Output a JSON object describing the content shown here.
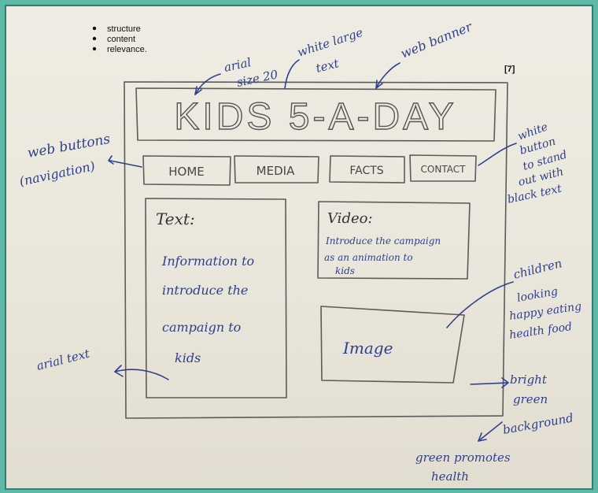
{
  "bullets": [
    "structure",
    "content",
    "relevance."
  ],
  "page_marker": "[7]",
  "banner": {
    "title": "KIDS 5-A-DAY"
  },
  "nav": [
    "HOME",
    "MEDIA",
    "FACTS",
    "CONTACT"
  ],
  "text_box": {
    "heading": "Text:",
    "lines": [
      "Information to",
      "introduce the",
      "campaign to",
      "kids"
    ]
  },
  "video_box": {
    "heading": "Video:",
    "lines": [
      "Introduce the campaign",
      "as an animation to",
      "kids"
    ]
  },
  "image_box": {
    "label": "Image"
  },
  "annotations": {
    "arial_size": [
      "arial",
      "size 20"
    ],
    "white_large": [
      "white large",
      "text"
    ],
    "web_banner": "web banner",
    "web_buttons": [
      "web buttons",
      "(navigation)"
    ],
    "white_button": [
      "white",
      "button",
      "to stand",
      "out with",
      "black text"
    ],
    "children": [
      "children",
      "looking",
      "happy eating",
      "health food"
    ],
    "bright_green": [
      "bright",
      "green",
      "background"
    ],
    "green_promotes": [
      "green promotes",
      "health"
    ],
    "arial_text": "arial text"
  },
  "colors": {
    "ink": "#2e3f8f",
    "pencil": "#5b5b5b",
    "page_border": "#5fb9a9"
  }
}
